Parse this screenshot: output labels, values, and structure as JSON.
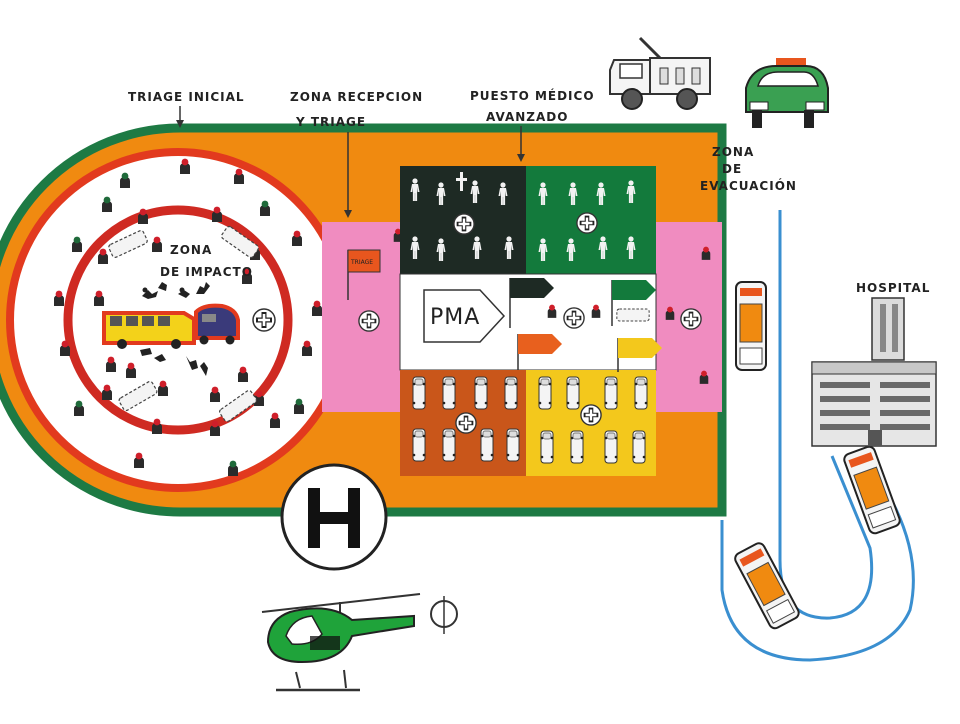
{
  "labels": {
    "triage_inicial": "TRIAGE INICIAL",
    "zona_recepcion_1": "ZONA RECEPCION",
    "zona_recepcion_2": "Y TRIAGE",
    "puesto_medico_1": "PUESTO MÉDICO",
    "puesto_medico_2": "AVANZADO",
    "zona_evacuacion_1": "ZONA",
    "zona_evacuacion_2": "DE",
    "zona_evacuacion_3": "EVACUACIÓN",
    "zona_impacto_1": "ZONA",
    "zona_impacto_2": "DE IMPACTO",
    "hospital": "HOSPITAL",
    "pma": "PMA",
    "triage_flag": "TRIAGE"
  },
  "colors": {
    "orange": "#f08a10",
    "green_border": "#1e7a44",
    "red_ring": "#e23a1e",
    "pink": "#f08cc0",
    "black_zone": "#1e2a24",
    "green_zone": "#137a3c",
    "brown_zone": "#c9561a",
    "yellow_zone": "#f3c81c",
    "road_blue": "#3a8fd0"
  },
  "icons": [
    "helipad-icon",
    "helicopter-icon",
    "fire-truck-icon",
    "police-car-icon",
    "hospital-building-icon",
    "ambulance-icon",
    "medical-cross-icon",
    "triage-flag-icon"
  ]
}
